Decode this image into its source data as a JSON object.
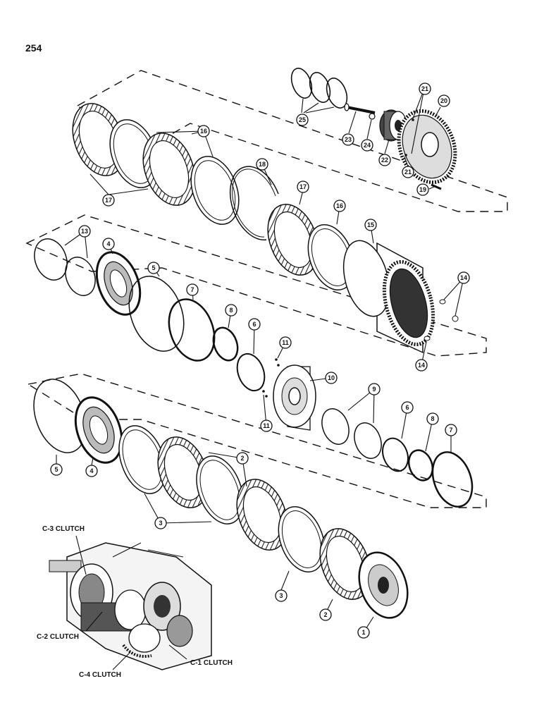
{
  "page_number": "254",
  "callouts": [
    "1",
    "2",
    "3",
    "4",
    "5",
    "6",
    "7",
    "8",
    "9",
    "10",
    "11",
    "13",
    "14",
    "15",
    "16",
    "17",
    "18",
    "19",
    "20",
    "21",
    "22",
    "23",
    "24",
    "25"
  ],
  "inset_labels": {
    "c3": "C-3  CLUTCH",
    "c2": "C-2  CLUTCH",
    "c4": "C-4  CLUTCH",
    "c1": "C-1  CLUTCH"
  }
}
